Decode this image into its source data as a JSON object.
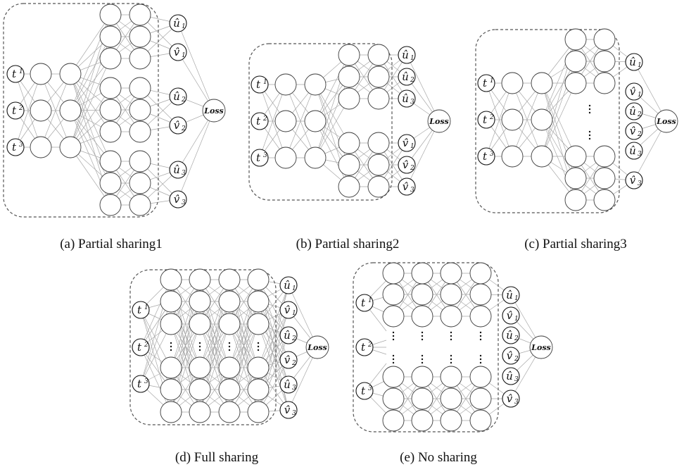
{
  "figure": {
    "panels": [
      {
        "id": "a",
        "caption": "(a) Partial sharing1",
        "inputs": [
          "t1",
          "t2",
          "t3"
        ],
        "input_labels": [
          [
            "t",
            "1"
          ],
          [
            "t",
            "2"
          ],
          [
            "t",
            "3"
          ]
        ],
        "shared_layers": 2,
        "shared_nodes_per_layer": 3,
        "towers": 3,
        "tower_layers": 2,
        "tower_nodes": 3,
        "tower_ellipsis": false,
        "outputs": [
          [
            "û",
            "1"
          ],
          [
            "v̂",
            "1"
          ],
          [
            "û",
            "2"
          ],
          [
            "v̂",
            "2"
          ],
          [
            "û",
            "3"
          ],
          [
            "v̂",
            "3"
          ]
        ],
        "loss_label": "Loss"
      },
      {
        "id": "b",
        "caption": "(b) Partial sharing2",
        "input_labels": [
          [
            "t",
            "1"
          ],
          [
            "t",
            "2"
          ],
          [
            "t",
            "3"
          ]
        ],
        "shared_layers": 2,
        "shared_nodes_per_layer": 3,
        "towers": 2,
        "tower_layers": 2,
        "tower_nodes": 3,
        "outputs": [
          [
            "û",
            "1"
          ],
          [
            "û",
            "2"
          ],
          [
            "û",
            "3"
          ],
          [
            "v̂",
            "1"
          ],
          [
            "v̂",
            "2"
          ],
          [
            "v̂",
            "3"
          ]
        ],
        "loss_label": "Loss"
      },
      {
        "id": "c",
        "caption": "(c) Partial sharing3",
        "input_labels": [
          [
            "t",
            "1"
          ],
          [
            "t",
            "2"
          ],
          [
            "t",
            "3"
          ]
        ],
        "shared_layers": 2,
        "shared_nodes_per_layer": 3,
        "towers": 2,
        "tower_layers": 2,
        "tower_nodes": 3,
        "tower_ellipsis": true,
        "outputs": [
          [
            "û",
            "1"
          ],
          [
            "v̂",
            "1"
          ],
          [
            "û",
            "2"
          ],
          [
            "v̂",
            "2"
          ],
          [
            "û",
            "3"
          ],
          [
            "v̂",
            "3"
          ]
        ],
        "loss_label": "Loss"
      },
      {
        "id": "d",
        "caption": "(d) Full sharing",
        "input_labels": [
          [
            "t",
            "1"
          ],
          [
            "t",
            "2"
          ],
          [
            "t",
            "3"
          ]
        ],
        "shared_layers": 4,
        "shared_nodes_per_layer": 6,
        "layer_ellipsis": true,
        "outputs": [
          [
            "û",
            "1"
          ],
          [
            "v̂",
            "1"
          ],
          [
            "û",
            "2"
          ],
          [
            "v̂",
            "2"
          ],
          [
            "û",
            "3"
          ],
          [
            "v̂",
            "3"
          ]
        ],
        "loss_label": "Loss"
      },
      {
        "id": "e",
        "caption": "(e) No sharing",
        "input_labels": [
          [
            "t",
            "1"
          ],
          [
            "t",
            "2"
          ],
          [
            "t",
            "3"
          ]
        ],
        "separate_layers": 4,
        "nodes_per_block": 3,
        "layer_ellipsis": true,
        "outputs": [
          [
            "û",
            "1"
          ],
          [
            "v̂",
            "1"
          ],
          [
            "û",
            "2"
          ],
          [
            "v̂",
            "2"
          ],
          [
            "û",
            "3"
          ],
          [
            "v̂",
            "3"
          ]
        ],
        "loss_label": "Loss"
      }
    ]
  }
}
